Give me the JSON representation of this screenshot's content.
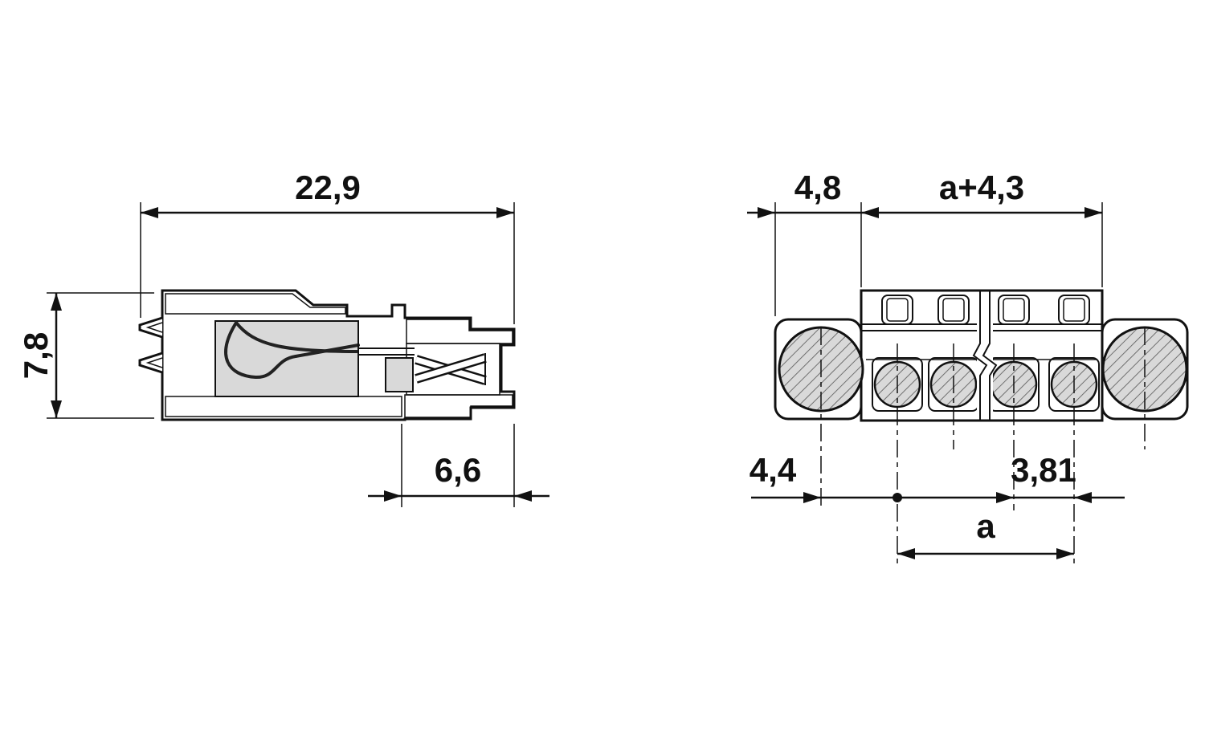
{
  "drawing": {
    "side_view": {
      "width_label": "22,9",
      "height_label": "7,8",
      "depth_label": "6,6"
    },
    "front_view": {
      "flange_width_label": "4,8",
      "overall_width_label": "a+4,3",
      "hole_offset_label": "4,4",
      "pitch_label": "3,81",
      "span_label": "a"
    }
  }
}
